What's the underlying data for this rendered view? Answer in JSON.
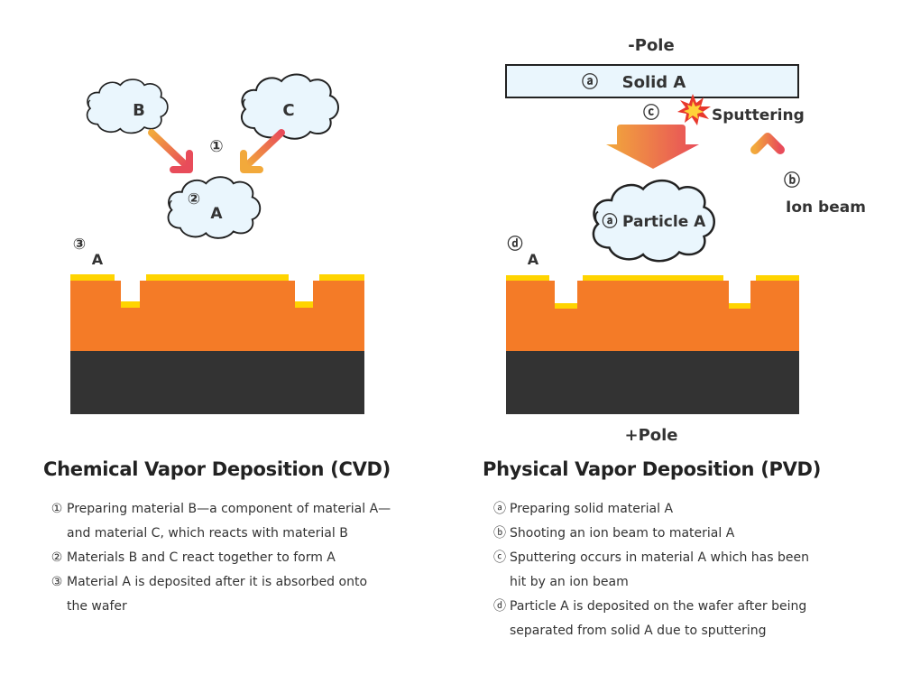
{
  "colors": {
    "cloud_fill": "#eaf6fd",
    "cloud_stroke": "#222222",
    "substrate": "#f47b27",
    "film": "#ffd400",
    "base": "#333333",
    "arrow_start": "#f2a93b",
    "arrow_end": "#e84c5a",
    "text": "#333333"
  },
  "cvd": {
    "cloud_b_label": "B",
    "cloud_c_label": "C",
    "cloud_a_label": "A",
    "step1_marker": "①",
    "step2_marker": "②",
    "step3_marker": "③",
    "deposit_label": "A",
    "title": "Chemical Vapor Deposition (CVD)",
    "steps": [
      {
        "marker": "①",
        "lines": [
          "Preparing material B—a component of material A—",
          "and material C, which reacts with material B"
        ]
      },
      {
        "marker": "②",
        "lines": [
          "Materials B and C react together to form A"
        ]
      },
      {
        "marker": "③",
        "lines": [
          "Material A is deposited after it is absorbed onto",
          "the wafer"
        ]
      }
    ]
  },
  "pvd": {
    "neg_pole": "-Pole",
    "pos_pole": "+Pole",
    "solid_marker": "ⓐ",
    "solid_label": "Solid A",
    "sputter_marker": "ⓒ",
    "sputter_icon": "💥",
    "sputter_label": "Sputtering",
    "ion_marker": "ⓑ",
    "ion_label": "Ion beam",
    "particle_marker": "ⓐ",
    "particle_label": "Particle A",
    "deposit_marker": "ⓓ",
    "deposit_label": "A",
    "title": "Physical Vapor Deposition (PVD)",
    "steps": [
      {
        "marker": "ⓐ",
        "lines": [
          "Preparing solid material A"
        ]
      },
      {
        "marker": "ⓑ",
        "lines": [
          "Shooting an ion beam to material A"
        ]
      },
      {
        "marker": "ⓒ",
        "lines": [
          "Sputtering occurs in material A which has been",
          "hit by an ion beam"
        ]
      },
      {
        "marker": "ⓓ",
        "lines": [
          "Particle A is deposited on the wafer after being",
          "separated from solid A due to sputtering"
        ]
      }
    ]
  }
}
